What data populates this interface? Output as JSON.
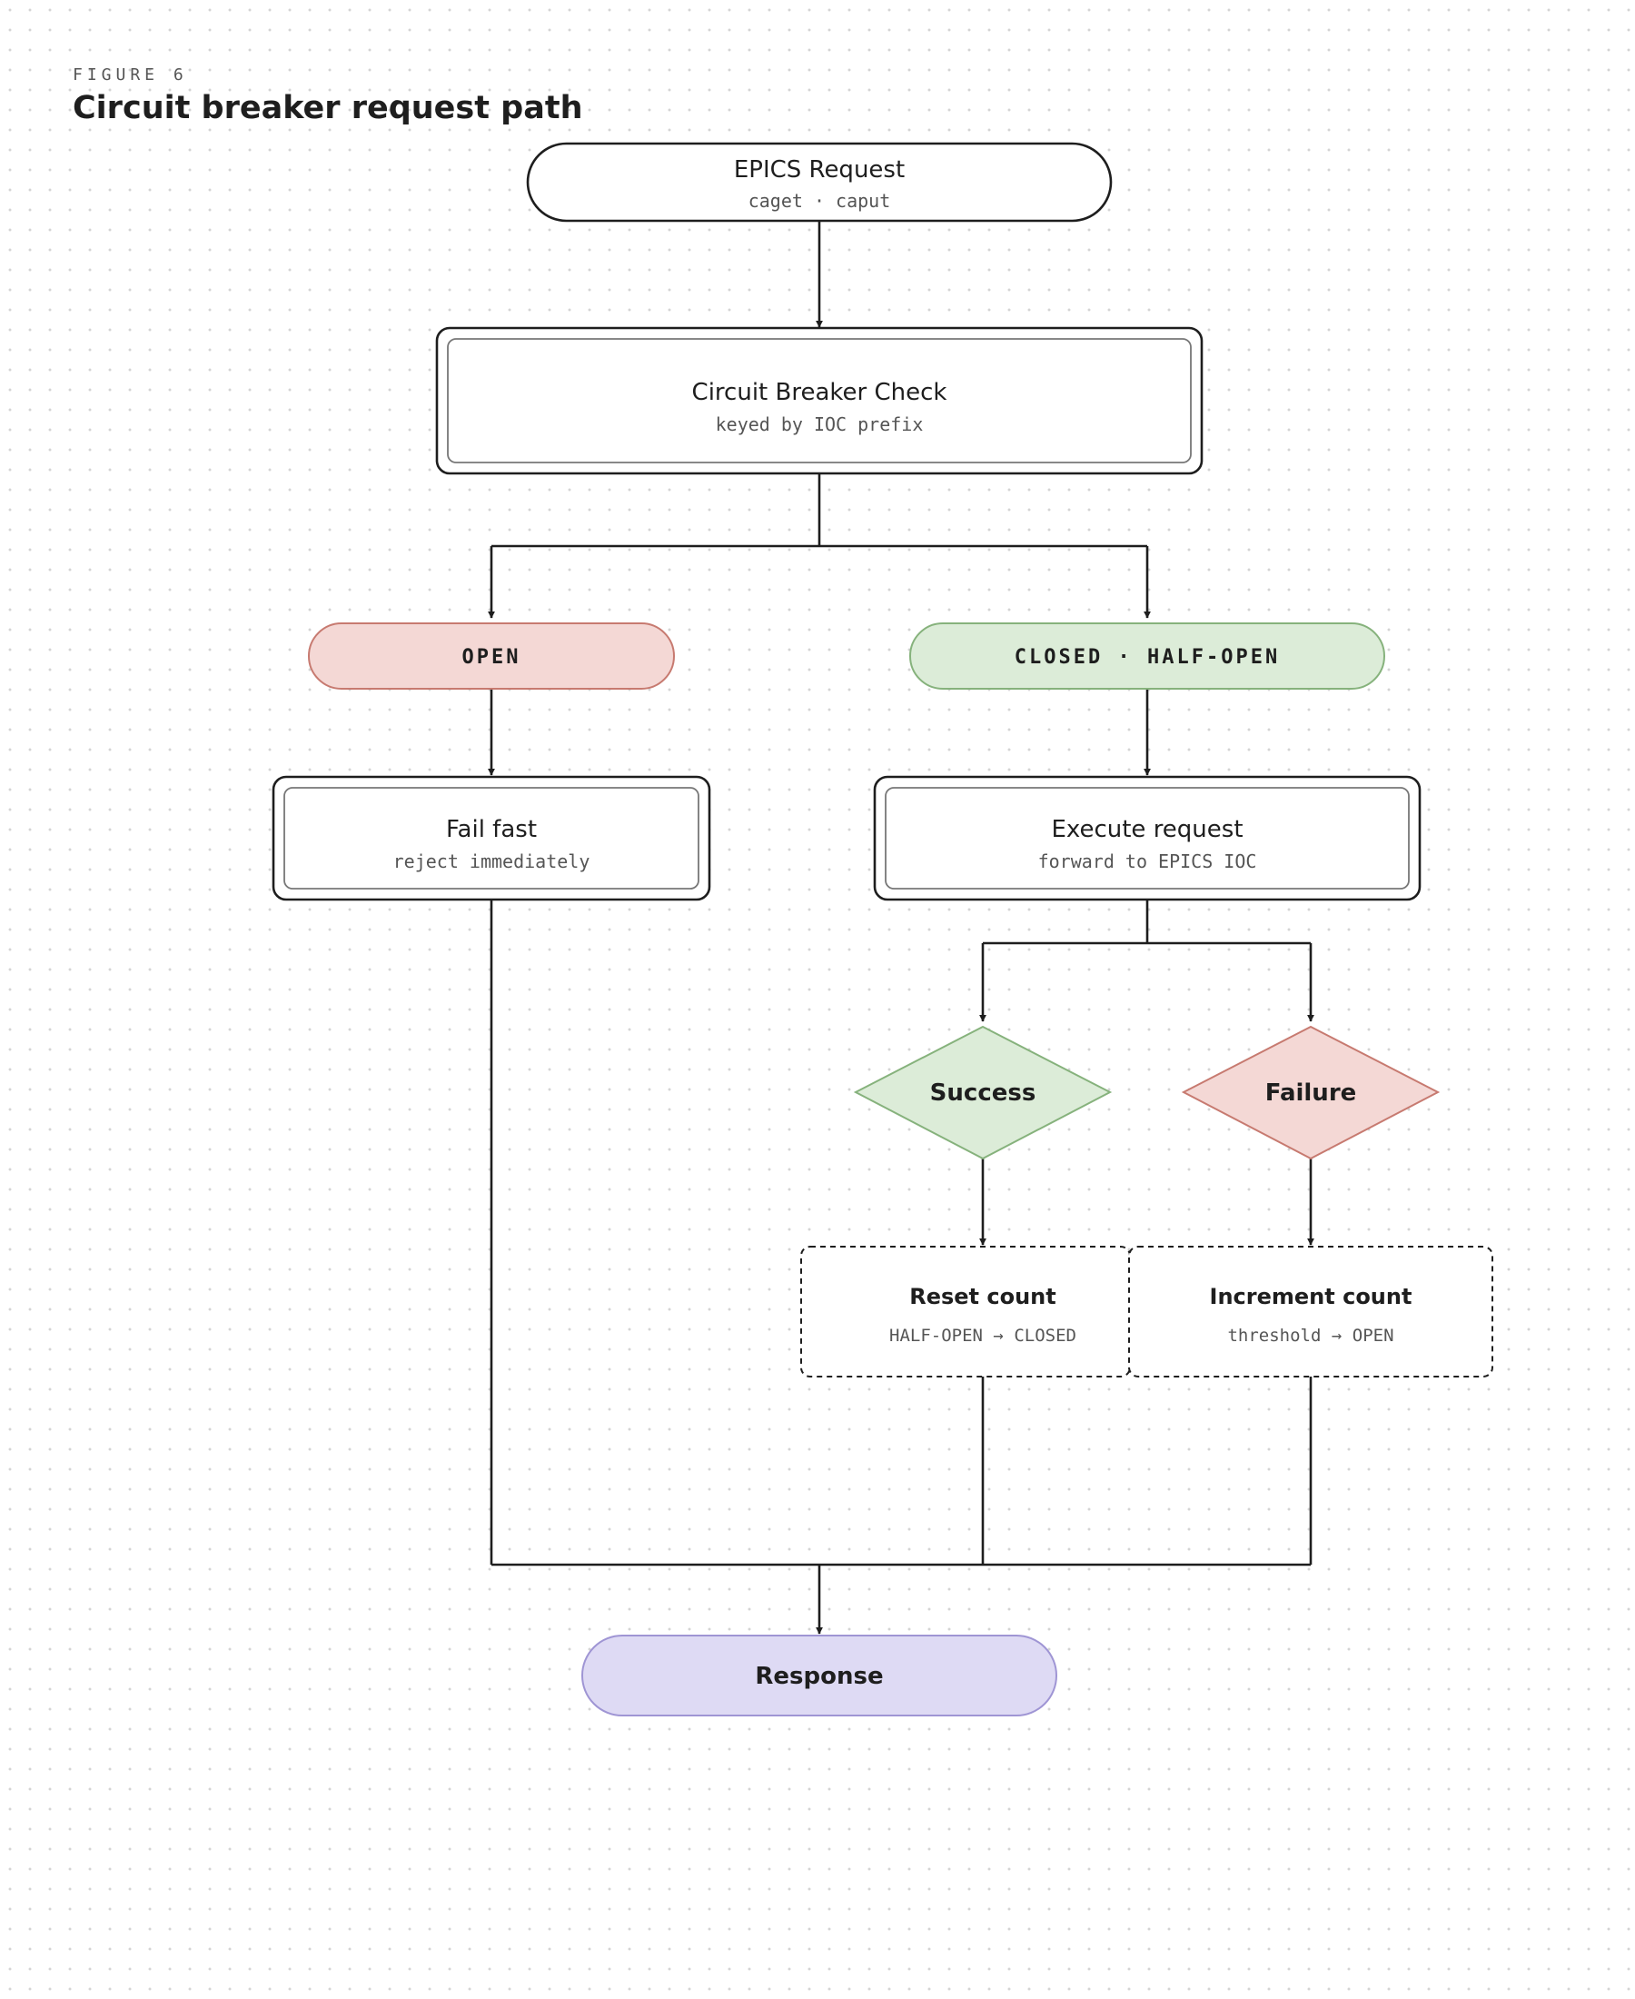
{
  "figure": {
    "eyebrow": "FIGURE 6",
    "title": "Circuit breaker request path"
  },
  "nodes": {
    "request": {
      "label": "EPICS Request",
      "sub": "caget · caput"
    },
    "check": {
      "label": "Circuit Breaker Check",
      "sub": "keyed by IOC prefix"
    },
    "open": {
      "label": "OPEN"
    },
    "closed": {
      "label": "CLOSED · HALF-OPEN"
    },
    "failfast": {
      "label": "Fail fast",
      "sub": "reject immediately"
    },
    "execute": {
      "label": "Execute request",
      "sub": "forward to EPICS IOC"
    },
    "success": {
      "label": "Success"
    },
    "failure": {
      "label": "Failure"
    },
    "reset": {
      "label": "Reset count",
      "sub": "HALF-OPEN → CLOSED"
    },
    "increment": {
      "label": "Increment count",
      "sub": "threshold → OPEN"
    },
    "response": {
      "label": "Response"
    }
  },
  "colors": {
    "stroke": "#1e1e1e",
    "open_fill": "#f4d8d5",
    "open_stroke": "#c77a70",
    "closed_fill": "#dcecd8",
    "closed_stroke": "#86b27c",
    "response_fill": "#dedaf4",
    "response_stroke": "#9f95d4"
  }
}
